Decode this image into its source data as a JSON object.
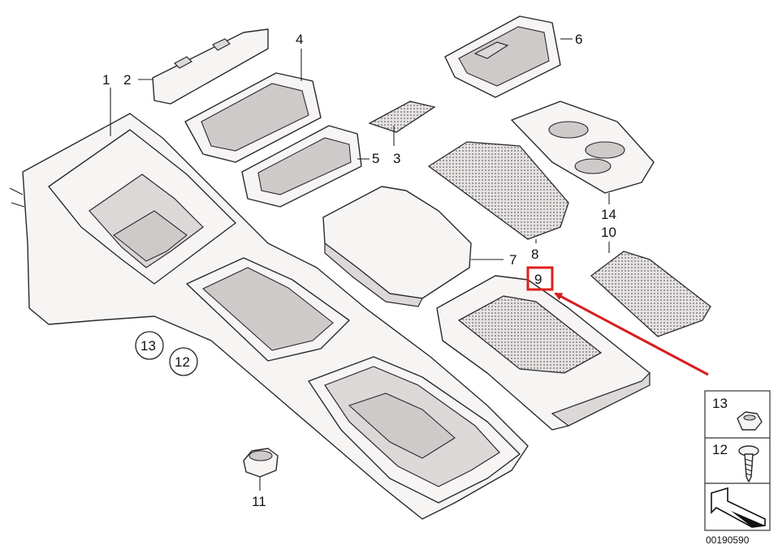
{
  "diagram": {
    "callouts": [
      {
        "id": "1",
        "text": "1"
      },
      {
        "id": "2",
        "text": "2"
      },
      {
        "id": "3",
        "text": "3"
      },
      {
        "id": "4",
        "text": "4"
      },
      {
        "id": "5",
        "text": "5"
      },
      {
        "id": "6",
        "text": "6"
      },
      {
        "id": "7",
        "text": "7"
      },
      {
        "id": "8",
        "text": "8"
      },
      {
        "id": "9",
        "text": "9"
      },
      {
        "id": "10",
        "text": "10"
      },
      {
        "id": "11",
        "text": "11"
      },
      {
        "id": "14",
        "text": "14"
      }
    ],
    "circled_callouts": [
      {
        "id": "13",
        "text": "13"
      },
      {
        "id": "12",
        "text": "12"
      }
    ],
    "legend": {
      "items": [
        {
          "id": "13",
          "text": "13"
        },
        {
          "id": "12",
          "text": "12"
        }
      ]
    },
    "reference_number": "00190590",
    "highlight": {
      "target": "9",
      "box_color": "#e0201c",
      "arrow_color": "#d81e1e"
    }
  }
}
